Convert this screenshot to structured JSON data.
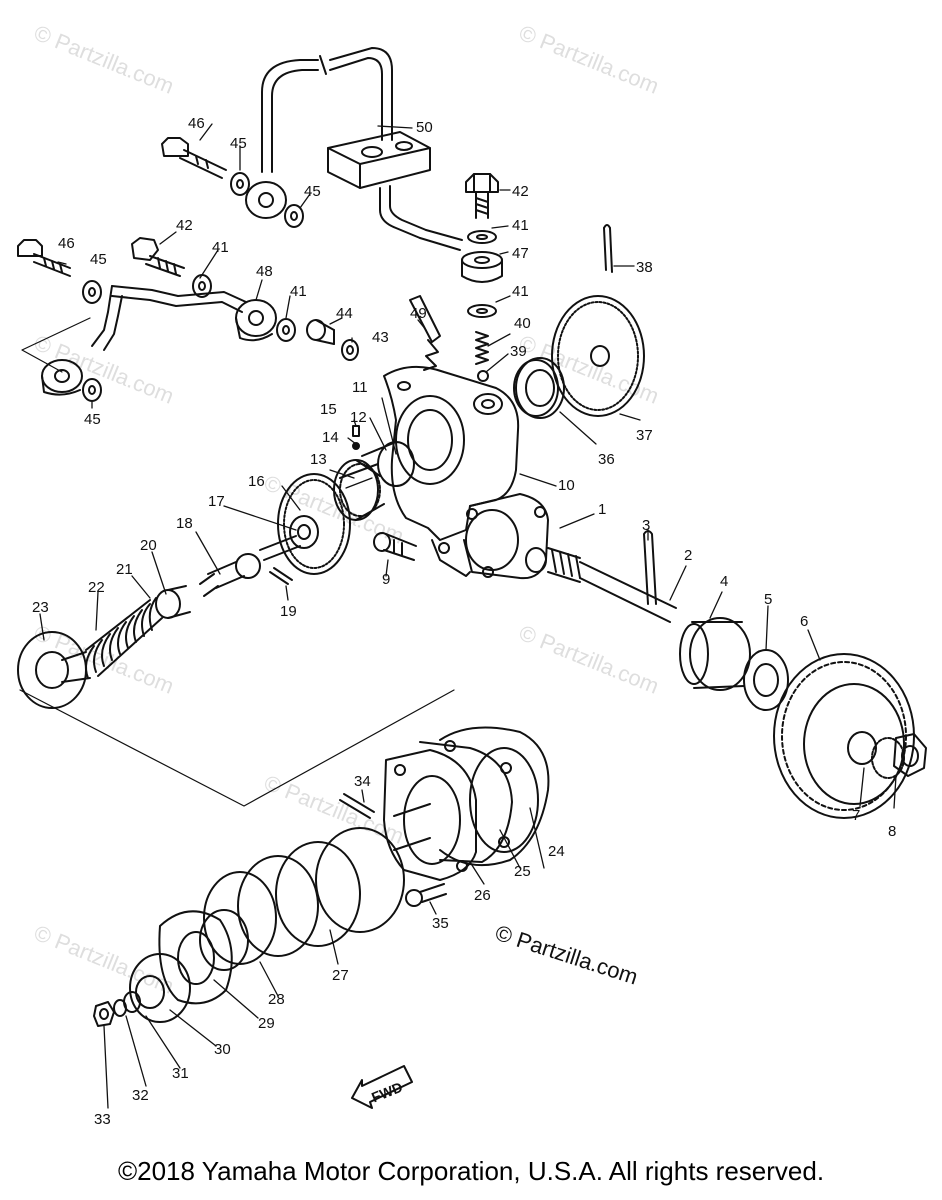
{
  "watermarks": [
    "© Partzilla.com",
    "© Partzilla.com",
    "© Partzilla.com",
    "© Partzilla.com",
    "© Partzilla.com",
    "© Partzilla.com",
    "© Partzilla.com",
    "© Partzilla.com",
    "© Partzilla.com"
  ],
  "copyright_partzilla": "© Partzilla.com",
  "fwd_label": "FWD",
  "footer": "©2018 Yamaha Motor Corporation, U.S.A. All rights reserved.",
  "callouts": [
    "1",
    "2",
    "3",
    "4",
    "5",
    "6",
    "7",
    "8",
    "9",
    "10",
    "11",
    "12",
    "13",
    "14",
    "15",
    "16",
    "17",
    "18",
    "19",
    "20",
    "21",
    "22",
    "23",
    "24",
    "25",
    "26",
    "27",
    "28",
    "29",
    "30",
    "31",
    "32",
    "33",
    "34",
    "35",
    "36",
    "37",
    "38",
    "39",
    "40",
    "41",
    "41",
    "41",
    "41",
    "42",
    "42",
    "43",
    "44",
    "45",
    "45",
    "45",
    "45",
    "46",
    "46",
    "47",
    "48",
    "49",
    "50"
  ]
}
